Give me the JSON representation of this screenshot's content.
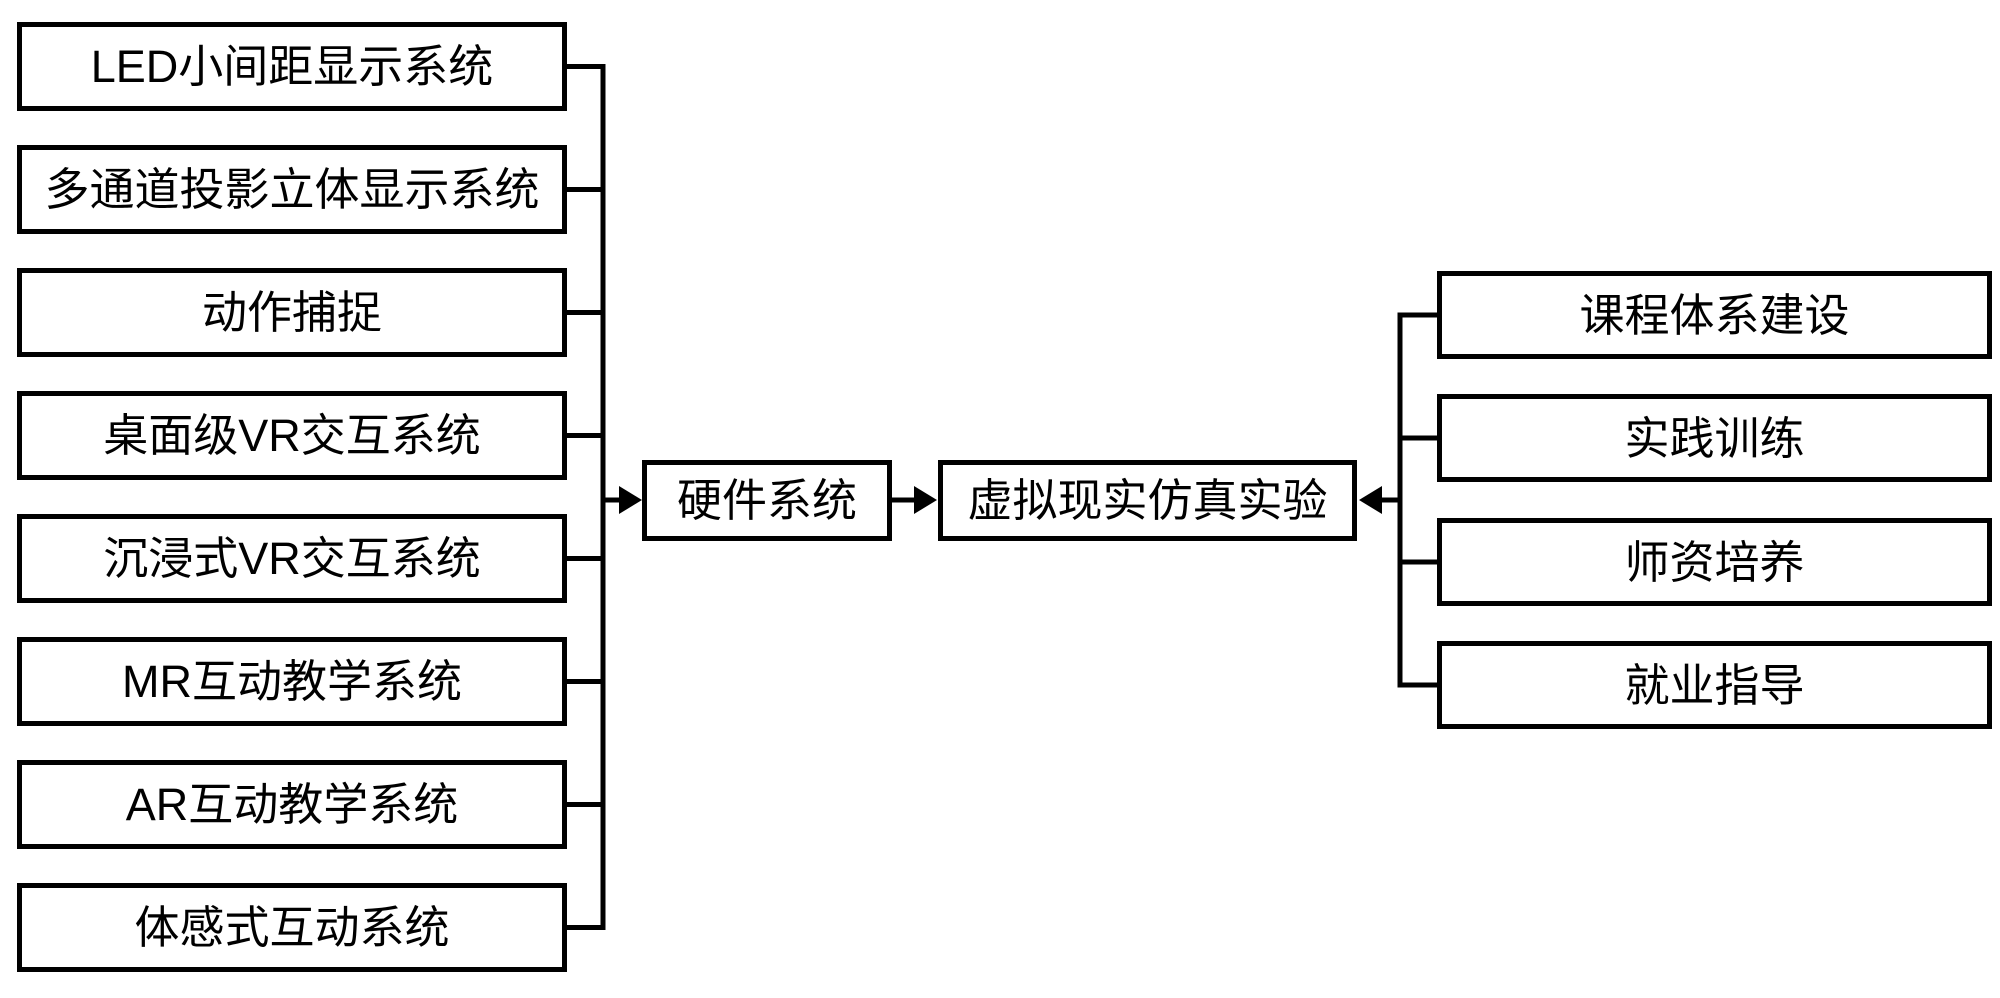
{
  "diagram": {
    "center": {
      "hardware_label": "硬件系统",
      "main_label": "虚拟现实仿真实验"
    },
    "left_column": {
      "items": [
        {
          "label": "LED小间距显示系统"
        },
        {
          "label": "多通道投影立体显示系统"
        },
        {
          "label": "动作捕捉"
        },
        {
          "label": "桌面级VR交互系统"
        },
        {
          "label": "沉浸式VR交互系统"
        },
        {
          "label": "MR互动教学系统"
        },
        {
          "label": "AR互动教学系统"
        },
        {
          "label": "体感式互动系统"
        }
      ]
    },
    "right_column": {
      "items": [
        {
          "label": "课程体系建设"
        },
        {
          "label": "实践训练"
        },
        {
          "label": "师资培养"
        },
        {
          "label": "就业指导"
        }
      ]
    },
    "colors": {
      "line": "#000000",
      "background": "#ffffff",
      "box_fill": "#ffffff"
    }
  }
}
